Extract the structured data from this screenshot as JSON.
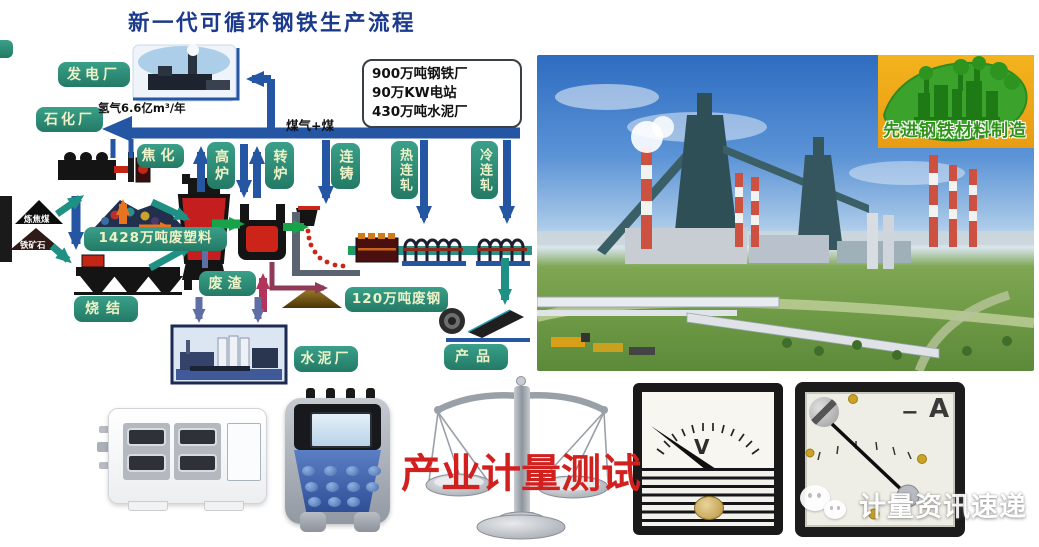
{
  "title": "新一代可循环钢铁生产流程",
  "diagram": {
    "spec_box": {
      "lines": [
        "900万吨钢铁厂",
        "90万KW电站",
        "430万吨水泥厂"
      ]
    },
    "process_boxes": [
      {
        "id": "power-plant",
        "label": "发电厂"
      },
      {
        "id": "petrochemical-plant",
        "label": "石化厂"
      },
      {
        "id": "coking",
        "label": "焦化"
      },
      {
        "id": "blast-furnace",
        "label": "高炉"
      },
      {
        "id": "converter",
        "label": "转炉"
      },
      {
        "id": "continuous-casting",
        "label": "连铸"
      },
      {
        "id": "hot-rolling",
        "label": "热连轧"
      },
      {
        "id": "cold-rolling",
        "label": "冷连轧"
      },
      {
        "id": "waste-plastic",
        "label": "1428万吨废塑料"
      },
      {
        "id": "sintering",
        "label": "烧结"
      },
      {
        "id": "slag",
        "label": "废渣"
      },
      {
        "id": "scrap-steel",
        "label": "120万吨废钢"
      },
      {
        "id": "cement-plant",
        "label": "水泥厂"
      },
      {
        "id": "product",
        "label": "产品"
      }
    ],
    "flow_labels": {
      "hydrogen": "氢气6.6亿m³/年",
      "coal_gas": "煤气+煤"
    },
    "material_labels": {
      "coking_coal": "炼焦煤",
      "iron_ore": "铁矿石"
    }
  },
  "photo_badge": {
    "text": "先进钢铁材料制造",
    "bg_color": "#eda31b",
    "leaf_color": "#3ba32c"
  },
  "instruments": {
    "caption": "产业计量测试",
    "caption_color": "#d2201f",
    "voltmeter_unit": "V",
    "ammeter_unit": "A",
    "ammeter_sign": "−"
  },
  "watermark": {
    "text": "计量资讯速递",
    "icon": "wechat-icon"
  },
  "colors": {
    "title_blue": "#1b3a8c",
    "process_box_green": "#2b8f79",
    "pipe_blue": "#2456a4",
    "recycle_teal": "#1f9084",
    "flow_green": "#18a24a",
    "plastic_orange": "#e87420",
    "scrap_crimson": "#b2355c"
  }
}
